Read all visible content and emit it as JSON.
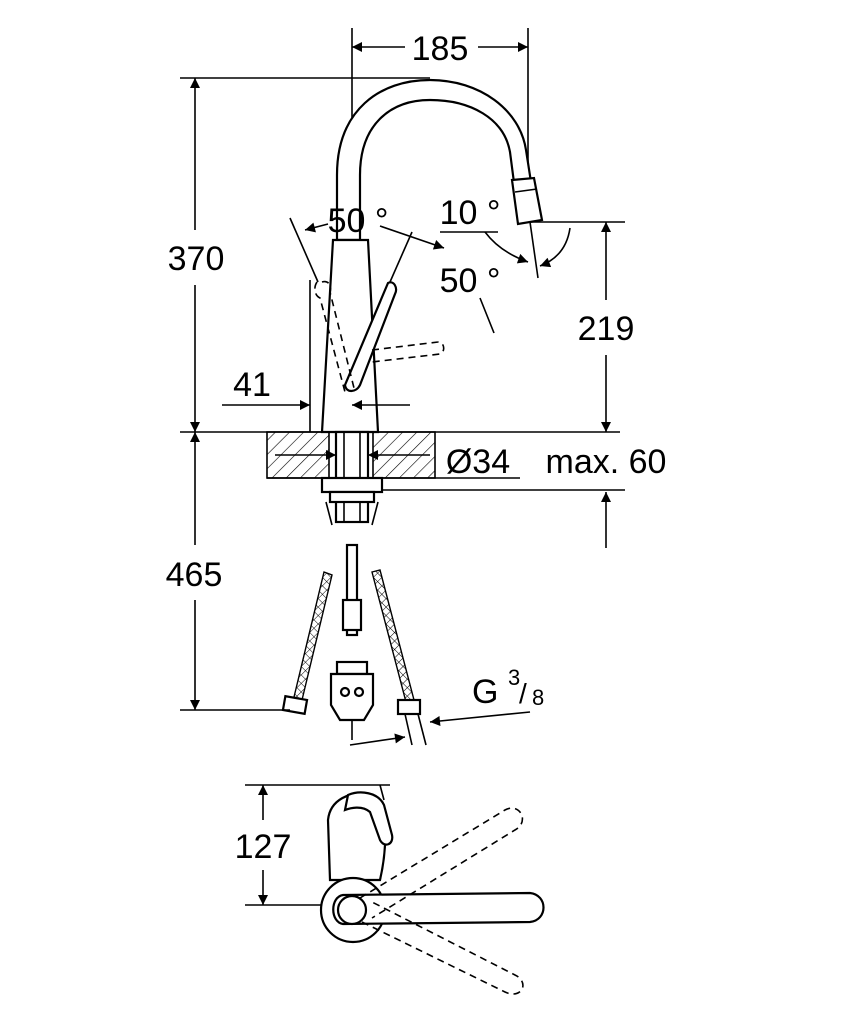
{
  "dimensions": {
    "width_top": "185",
    "height_total": "370",
    "spout_angle": "50 °",
    "spout_tilt": "10 °",
    "lever_angle": "50 °",
    "spout_height": "219",
    "base_offset": "41",
    "diameter_hole": "Ø34",
    "max_thickness": "max. 60",
    "hose_length": "465",
    "thread_letter": "G",
    "thread_num": "3",
    "thread_den": "8",
    "depth_plan": "127"
  },
  "colors": {
    "line": "#000000",
    "background": "#ffffff"
  }
}
